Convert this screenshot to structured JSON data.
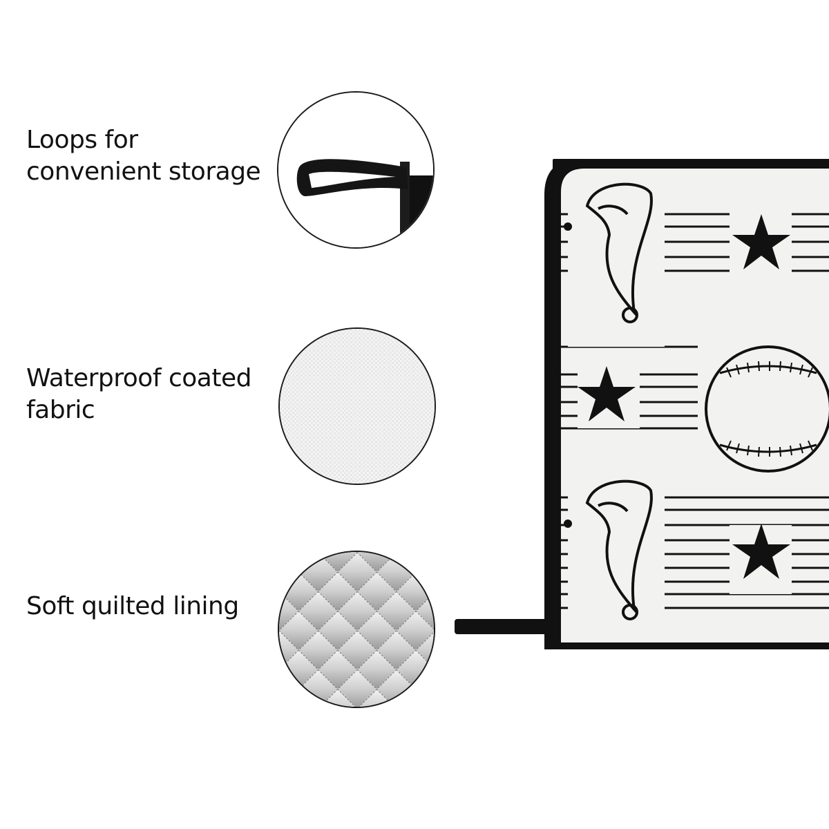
{
  "features": [
    {
      "line1": "Loops for",
      "line2": "convenient storage",
      "icon": "loop-icon"
    },
    {
      "line1": "Waterproof coated",
      "line2": "fabric",
      "icon": "fabric-texture-icon"
    },
    {
      "line1": "Soft quilted lining",
      "line2": "",
      "icon": "quilted-lining-icon"
    }
  ],
  "colors": {
    "text": "#111111",
    "border": "#1a1a1a",
    "fabric": "#f2f2f0",
    "lining": "#c8c8c8"
  }
}
